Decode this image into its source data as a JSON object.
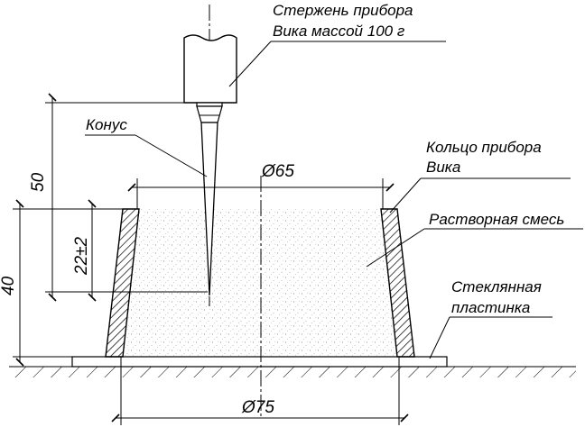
{
  "labels": {
    "rod_line1": "Стержень прибора",
    "rod_line2": "Вика массой  100  г",
    "cone": "Конус",
    "ring_line1": "Кольцо прибора",
    "ring_line2": "Вика",
    "mortar": "Растворная смесь",
    "glass_line1": "Стеклянная",
    "glass_line2": "пластинка"
  },
  "dimensions": {
    "top_diameter": "Ø65",
    "bottom_diameter": "Ø75",
    "height_50": "50",
    "height_40": "40",
    "depth_22": "22±2"
  }
}
